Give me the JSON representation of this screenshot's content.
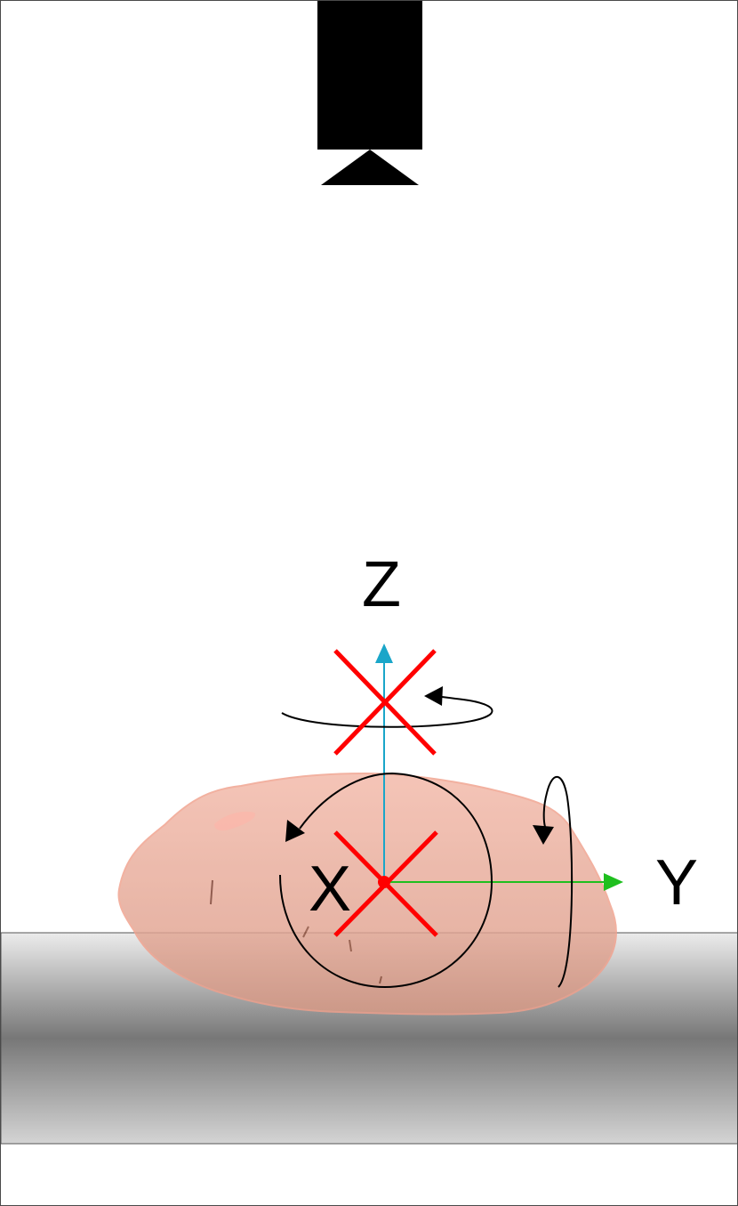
{
  "axes": {
    "z": {
      "label": "Z",
      "color": "#1aa6c9"
    },
    "y": {
      "label": "Y",
      "color": "#1fbf1f"
    },
    "x": {
      "label": "X",
      "color": "#000000"
    }
  },
  "constraint_color": "#ff0000",
  "object_color": "#e9aa9a",
  "surface": {
    "gradient_light": "#e2e2e2",
    "gradient_dark": "#7a7a7a"
  },
  "camera_color": "#000000",
  "arrow_color": "#000000"
}
